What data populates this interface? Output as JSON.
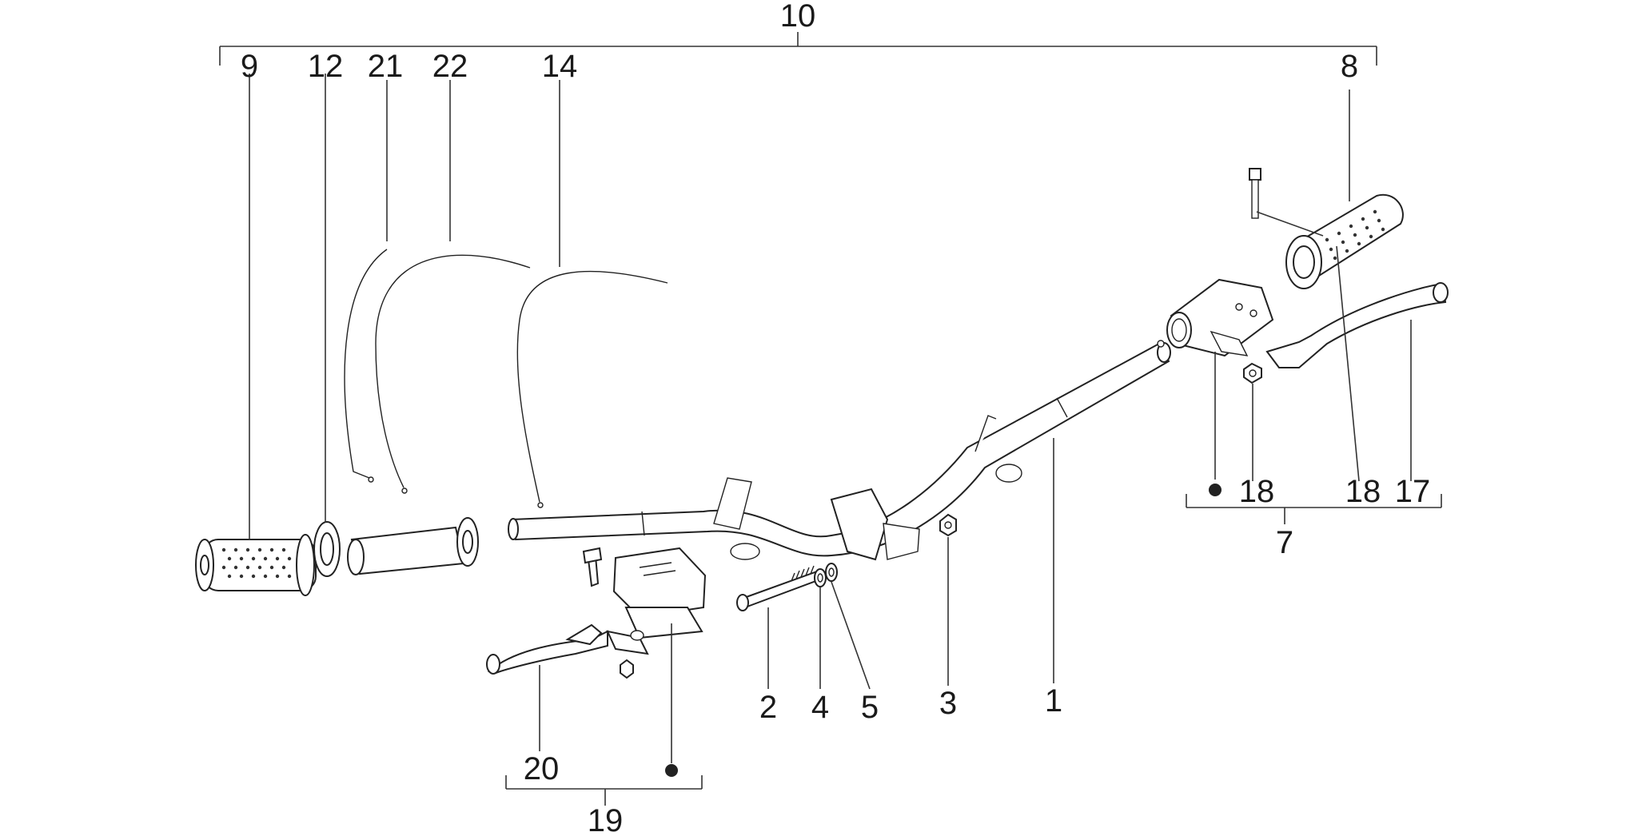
{
  "callouts": {
    "c10": "10",
    "c9": "9",
    "c12": "12",
    "c21": "21",
    "c22": "22",
    "c14": "14",
    "c8": "8",
    "c1": "1",
    "c2": "2",
    "c3": "3",
    "c4": "4",
    "c5": "5",
    "c7": "7",
    "c17": "17",
    "c18a": "18",
    "c18b": "18",
    "c19": "19",
    "c20": "20"
  }
}
